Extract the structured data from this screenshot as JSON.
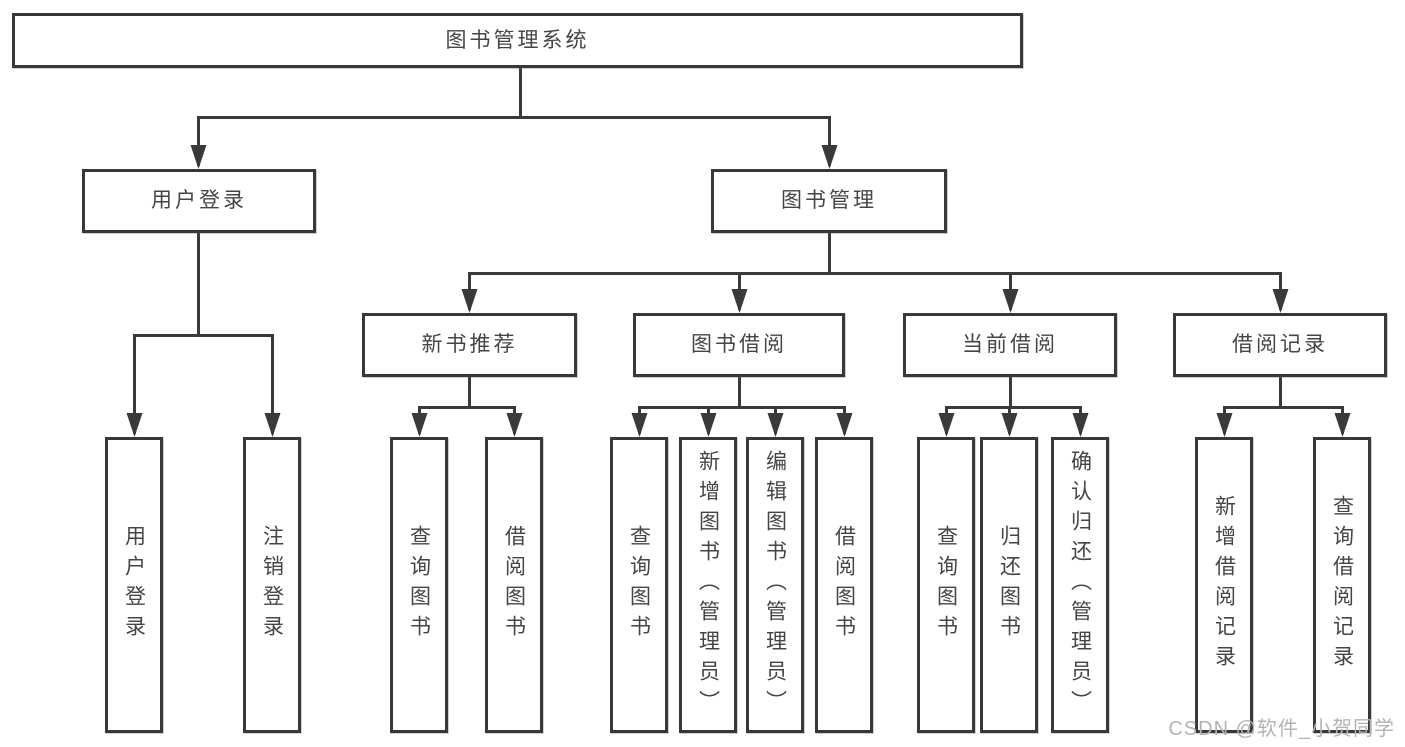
{
  "diagram": {
    "title": "图书管理系统",
    "level2": {
      "user_login": "用户登录",
      "book_mgmt": "图书管理"
    },
    "level3": {
      "new_book": "新书推荐",
      "book_borrow": "图书借阅",
      "current_borrow": "当前借阅",
      "borrow_record": "借阅记录"
    },
    "leaves": {
      "user_login": [
        "用户登录",
        "注销登录"
      ],
      "new_book": [
        "查询图书",
        "借阅图书"
      ],
      "book_borrow": [
        "查询图书",
        "新增图书（管理员）",
        "编辑图书（管理员）",
        "借阅图书"
      ],
      "current_borrow": [
        "查询图书",
        "归还图书",
        "确认归还（管理员）"
      ],
      "borrow_record": [
        "新增借阅记录",
        "查询借阅记录"
      ]
    }
  },
  "watermark": "CSDN @软件_小贺同学",
  "colors": {
    "line": "#3a3a3a",
    "box_border": "#383838",
    "text": "#454545",
    "watermark": "#b3b3b3",
    "background": "#ffffff"
  }
}
